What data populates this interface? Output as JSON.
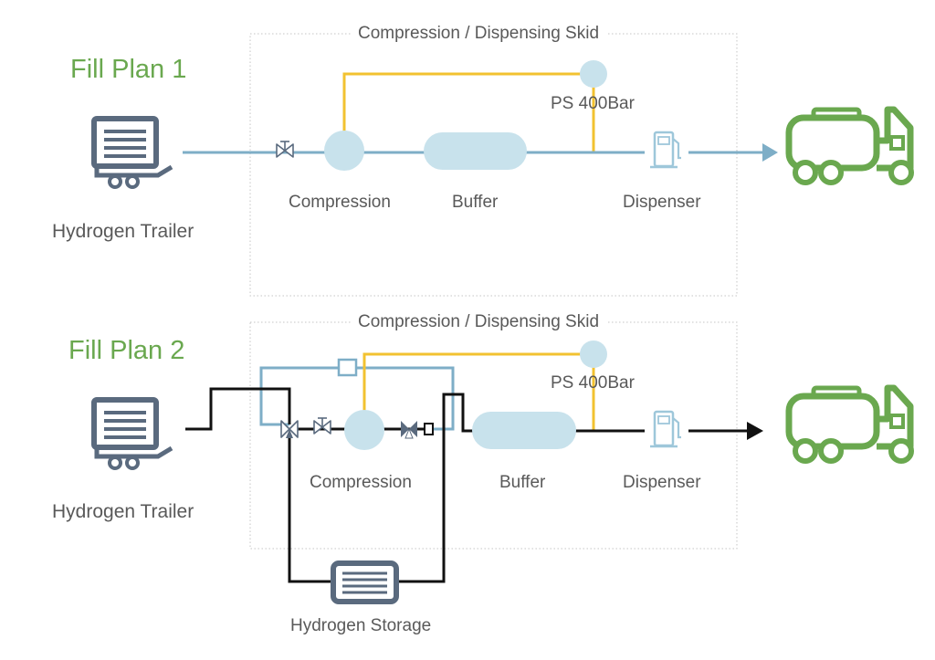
{
  "colors": {
    "title_green": "#6aa84f",
    "flow_blue": "#7eaec7",
    "component_blue": "#c8e2ec",
    "sensor_yellow": "#f2c230",
    "line_black": "#111111",
    "icon_slate": "#5a6a7e",
    "text_gray": "#595959"
  },
  "plan1": {
    "title": "Fill Plan 1",
    "skid_label": "Compression / Dispensing Skid",
    "trailer_label": "Hydrogen Trailer",
    "compression_label": "Compression",
    "buffer_label": "Buffer",
    "sensor_label": "PS 400Bar",
    "dispenser_label": "Dispenser",
    "trailer_icon": "hydrogen-trailer-icon",
    "truck_icon": "truck-icon"
  },
  "plan2": {
    "title": "Fill Plan 2",
    "skid_label": "Compression / Dispensing Skid",
    "trailer_label": "Hydrogen Trailer",
    "compression_label": "Compression",
    "buffer_label": "Buffer",
    "sensor_label": "PS 400Bar",
    "dispenser_label": "Dispenser",
    "storage_label": "Hydrogen Storage",
    "trailer_icon": "hydrogen-trailer-icon",
    "truck_icon": "truck-icon",
    "storage_icon": "hydrogen-storage-icon"
  }
}
